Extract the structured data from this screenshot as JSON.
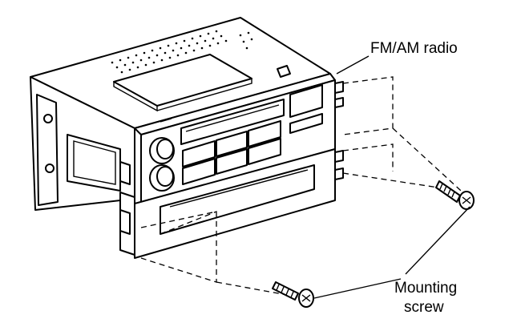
{
  "labels": {
    "radio": "FM/AM radio",
    "screw_line1": "Mounting",
    "screw_line2": "screw"
  }
}
